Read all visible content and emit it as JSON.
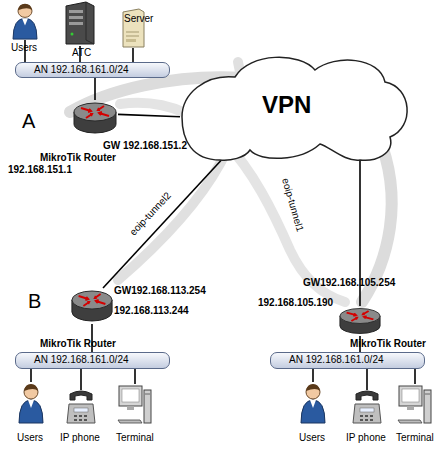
{
  "diagram": {
    "nodes": [
      {
        "text": [
          "AN 192.168.161.0/24"
        ]
      },
      {
        "text": [
          "Users"
        ]
      },
      {
        "text": [
          "ATC"
        ]
      },
      {
        "text": [
          "Server"
        ]
      },
      {
        "text": [
          "A",
          "GW 192.168.151.2",
          "MikroTik Router",
          "192.168.151.1"
        ]
      },
      {
        "text": [
          "VPN"
        ]
      },
      {
        "text": [
          "B",
          "GW192.168.113.254",
          "192.168.113.244",
          "MikroTik Router"
        ]
      },
      {
        "text": [
          "GW192.168.105.254",
          "192.168.105.190",
          "MikroTik Router"
        ]
      },
      {
        "text": [
          "AN 192.168.161.0/24"
        ]
      },
      {
        "text": [
          "Users"
        ]
      },
      {
        "text": [
          "IP phone"
        ]
      },
      {
        "text": [
          "Terminal"
        ]
      },
      {
        "text": [
          "AN 192.168.161.0/24"
        ]
      },
      {
        "text": [
          "Users"
        ]
      },
      {
        "text": [
          "IP phone"
        ]
      },
      {
        "text": [
          "Terminal"
        ]
      }
    ],
    "edges": [
      {
        "from": 1,
        "to": 0,
        "arrow": "none"
      },
      {
        "from": 2,
        "to": 0,
        "arrow": "none"
      },
      {
        "from": 3,
        "to": 0,
        "arrow": "none"
      },
      {
        "from": 4,
        "to": 0,
        "arrow": "none"
      },
      {
        "from": 4,
        "to": 5,
        "arrow": "none"
      },
      {
        "from": 6,
        "to": 5,
        "label": "eoip-tunnel2",
        "arrow": "none"
      },
      {
        "from": 7,
        "to": 5,
        "label": "eoip-tunnel1",
        "arrow": "none"
      },
      {
        "from": 6,
        "to": 8,
        "arrow": "none"
      },
      {
        "from": 9,
        "to": 8,
        "arrow": "none"
      },
      {
        "from": 10,
        "to": 8,
        "arrow": "none"
      },
      {
        "from": 11,
        "to": 8,
        "arrow": "none"
      },
      {
        "from": 7,
        "to": 12,
        "arrow": "none"
      },
      {
        "from": 13,
        "to": 12,
        "arrow": "none"
      },
      {
        "from": 14,
        "to": 12,
        "arrow": "none"
      },
      {
        "from": 15,
        "to": 12,
        "arrow": "none"
      }
    ]
  }
}
